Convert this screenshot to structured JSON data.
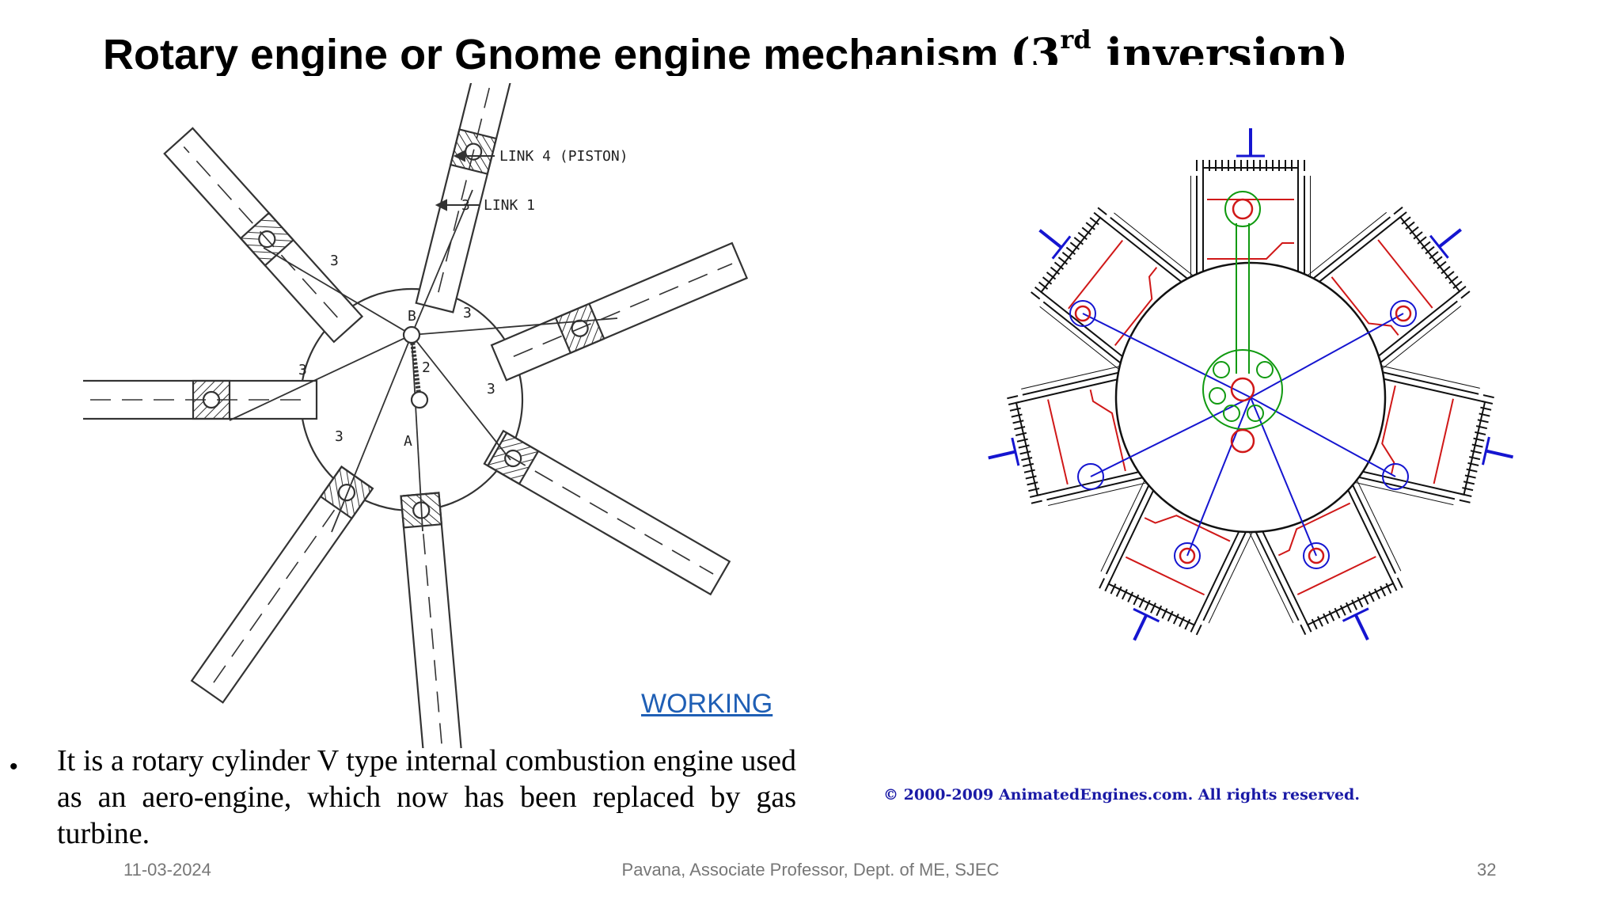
{
  "slide": {
    "title_main": "Rotary engine or Gnome engine mechanism ",
    "title_paren_open": "(3",
    "title_sup": "rd",
    "title_paren_rest": "  inversion)",
    "working_link": "WORKING",
    "bullet_text": "It is a rotary cylinder V type internal combustion engine used as an aero-engine, which now has been replaced by gas turbine.",
    "footer_date": "11-03-2024",
    "footer_author": "Pavana, Associate Professor, Dept. of ME, SJEC",
    "footer_page": "32"
  },
  "left_figure": {
    "label_piston": "LINK 4 (PISTON)",
    "label_link1": "LINK 1",
    "label_b": "B",
    "label_a": "A",
    "label_2": "2",
    "label_3": "3"
  },
  "right_figure": {
    "copyright": "© 2000-2009 AnimatedEngines.com.  All rights reserved."
  },
  "colors": {
    "link": "#1f5fb5",
    "diagram_blue": "#1515d0",
    "diagram_red": "#d01818",
    "diagram_green": "#109a10",
    "footer_gray": "#777777"
  }
}
